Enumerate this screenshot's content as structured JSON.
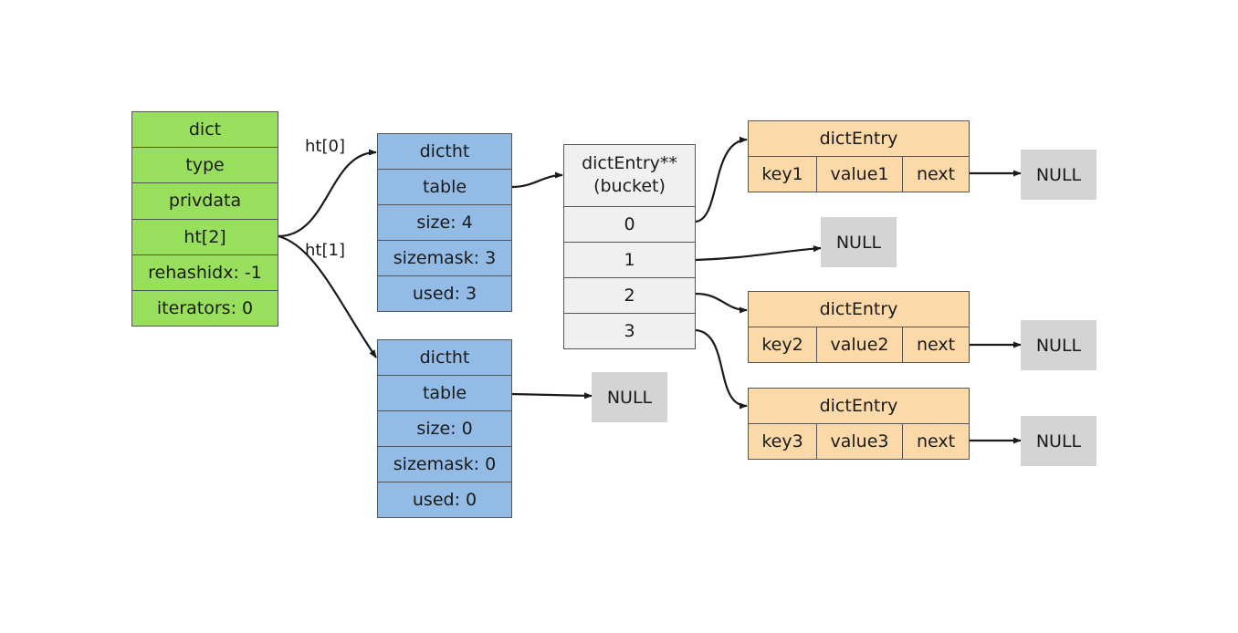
{
  "dict": {
    "fields": [
      "dict",
      "type",
      "privdata",
      "ht[2]",
      "rehashidx: -1",
      "iterators: 0"
    ]
  },
  "links": {
    "ht0": "ht[0]",
    "ht1": "ht[1]"
  },
  "ht0": {
    "fields": [
      "dictht",
      "table",
      "size: 4",
      "sizemask: 3",
      "used: 3"
    ]
  },
  "ht1": {
    "fields": [
      "dictht",
      "table",
      "size: 0",
      "sizemask: 0",
      "used: 0"
    ]
  },
  "bucket": {
    "header": "dictEntry**\n(bucket)",
    "indices": [
      "0",
      "1",
      "2",
      "3"
    ]
  },
  "entries": [
    {
      "title": "dictEntry",
      "key": "key1",
      "value": "value1",
      "next": "next"
    },
    {
      "title": "dictEntry",
      "key": "key2",
      "value": "value2",
      "next": "next"
    },
    {
      "title": "dictEntry",
      "key": "key3",
      "value": "value3",
      "next": "next"
    }
  ],
  "null_label": "NULL",
  "colors": {
    "dict": "#98df5d",
    "dictht": "#92bbe5",
    "bucket": "#f0f0f0",
    "entry": "#fbd9a8",
    "null": "#d4d4d4"
  }
}
